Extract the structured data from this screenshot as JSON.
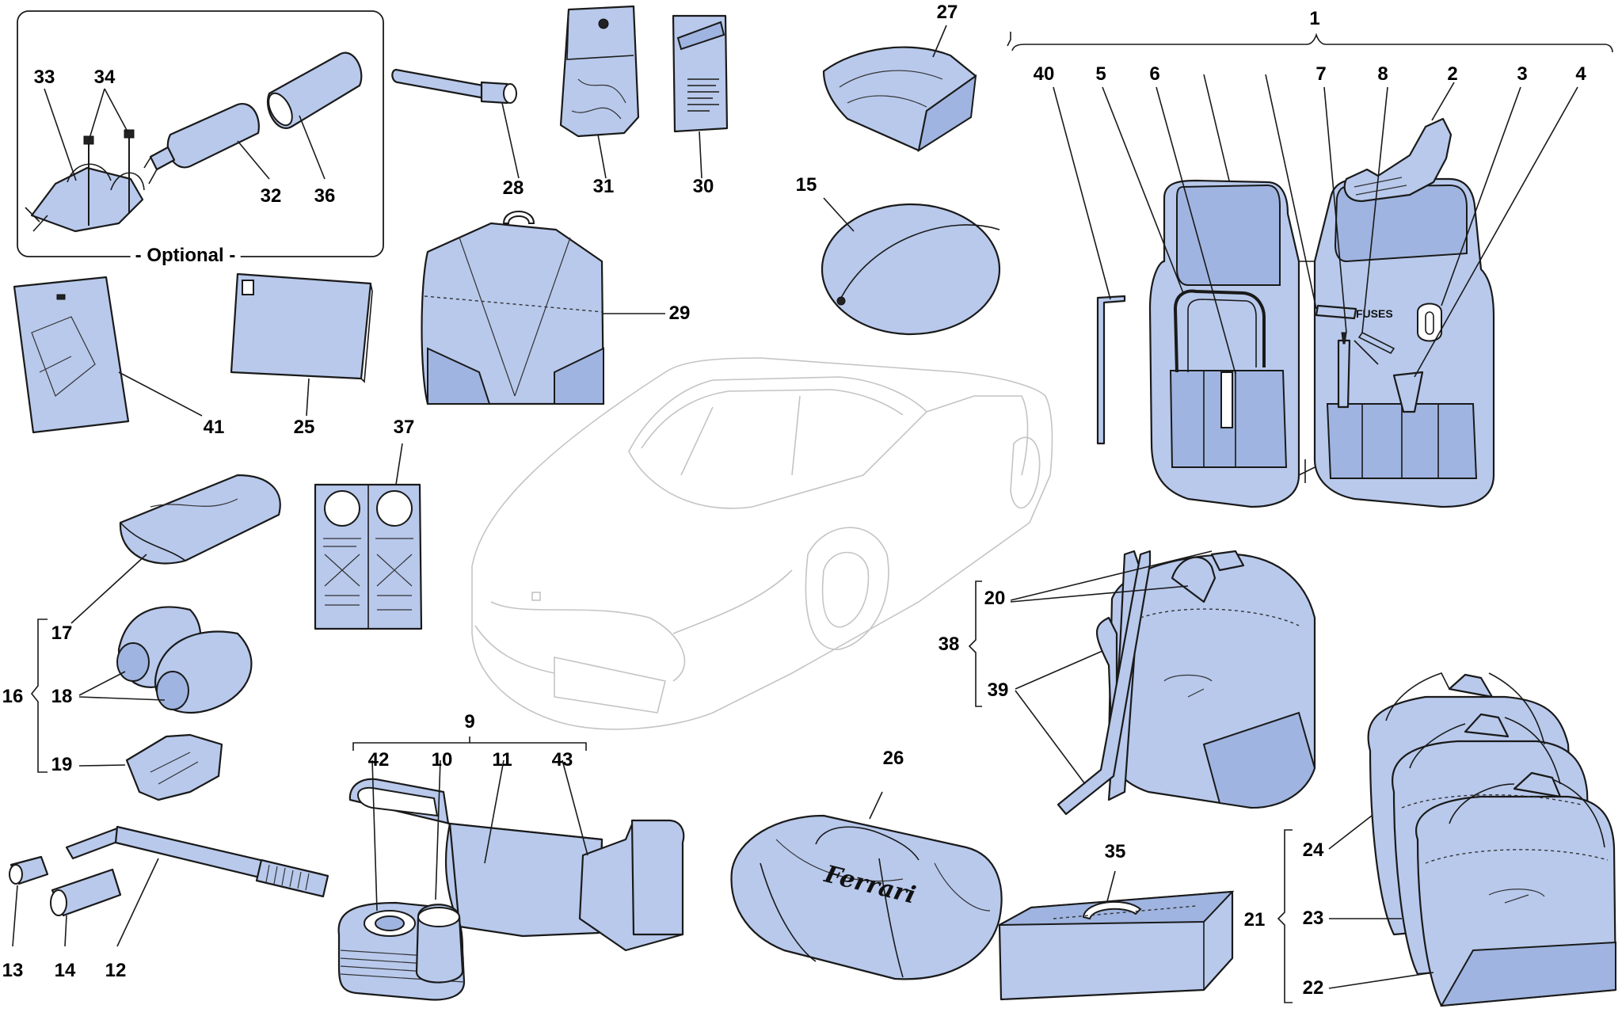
{
  "optional_label": "- Optional -",
  "brand_text": "Ferrari",
  "fuses_text": "FUSES",
  "callouts": {
    "c1": "1",
    "c2": "2",
    "c3": "3",
    "c4": "4",
    "c5": "5",
    "c6": "6",
    "c7": "7",
    "c8": "8",
    "c9": "9",
    "c10": "10",
    "c11": "11",
    "c12": "12",
    "c13": "13",
    "c14": "14",
    "c15": "15",
    "c16": "16",
    "c17": "17",
    "c18": "18",
    "c19": "19",
    "c20": "20",
    "c21": "21",
    "c22": "22",
    "c23": "23",
    "c24": "24",
    "c25": "25",
    "c26": "26",
    "c27": "27",
    "c28": "28",
    "c29": "29",
    "c30": "30",
    "c31": "31",
    "c32": "32",
    "c33": "33",
    "c34": "34",
    "c35": "35",
    "c36": "36",
    "c37": "37",
    "c38": "38",
    "c39": "39",
    "c40": "40",
    "c41": "41",
    "c42": "42",
    "c43": "43"
  },
  "colors": {
    "part_fill": "#b8c9ec",
    "outline": "#1a1a1a",
    "car_outline": "#c4c4c4",
    "background": "#ffffff"
  }
}
